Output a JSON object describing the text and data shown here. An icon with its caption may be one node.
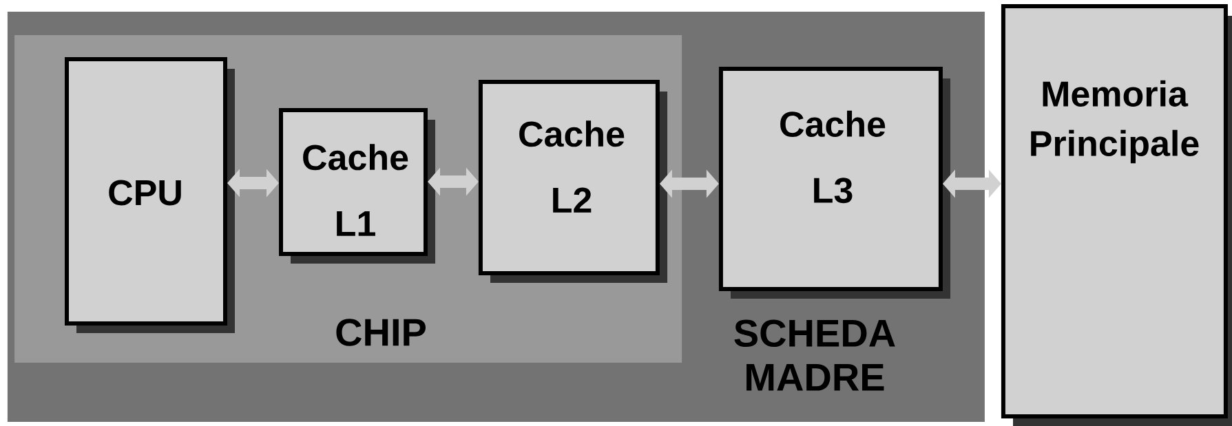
{
  "diagram": {
    "nodes": [
      {
        "text": [
          "SCHEDA MADRE"
        ]
      },
      {
        "text": [
          "CHIP"
        ],
        "in": 0
      },
      {
        "text": [
          "CPU"
        ],
        "in": 1
      },
      {
        "text": [
          "Cache L1"
        ],
        "in": 1
      },
      {
        "text": [
          "Cache L2"
        ],
        "in": 1
      },
      {
        "text": [
          "Cache L3"
        ],
        "in": 0
      },
      {
        "text": [
          "Memoria Principale"
        ]
      }
    ],
    "edges": [
      {
        "from": 2,
        "to": 3,
        "arrow": "both"
      },
      {
        "from": 3,
        "to": 4,
        "arrow": "both"
      },
      {
        "from": 4,
        "to": 5,
        "arrow": "both"
      },
      {
        "from": 5,
        "to": 6,
        "arrow": "both"
      }
    ]
  }
}
